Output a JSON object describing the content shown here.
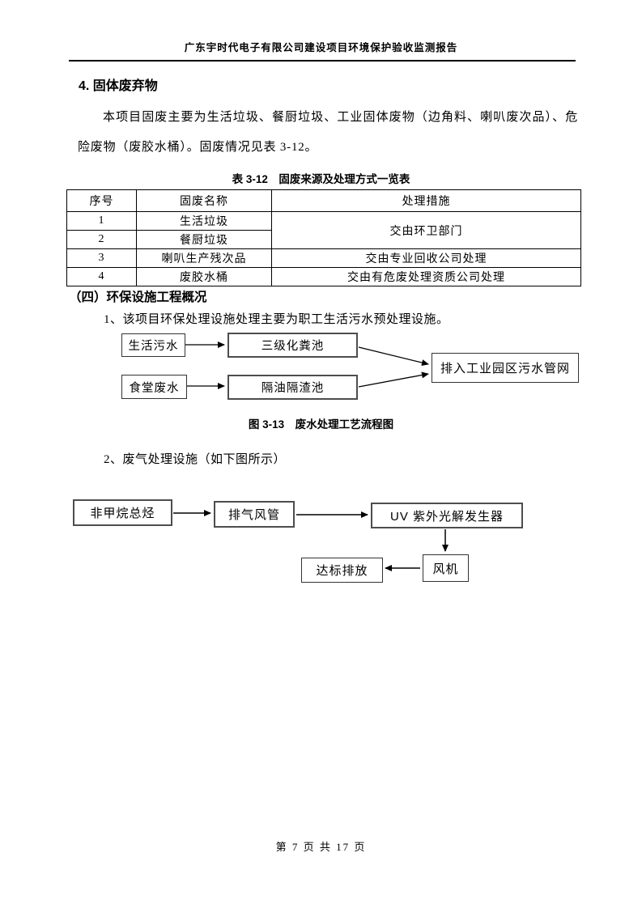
{
  "page": {
    "header_title": "广东宇时代电子有限公司建设项目环境保护验收监测报告",
    "footer_text": "第 7 页 共 17 页"
  },
  "section4": {
    "title": "4. 固体废弃物",
    "paragraph": "本项目固废主要为生活垃圾、餐厨垃圾、工业固体废物（边角料、喇叭废次品）、危险废物（废胶水桶）。固废情况见表 3-12。"
  },
  "table312": {
    "caption": "表 3-12　固废来源及处理方式一览表",
    "headers": [
      "序号",
      "固废名称",
      "处理措施"
    ],
    "rows": [
      {
        "no": "1",
        "name": "生活垃圾",
        "measure": "交由环卫部门"
      },
      {
        "no": "2",
        "name": "餐厨垃圾"
      },
      {
        "no": "3",
        "name": "喇叭生产残次品",
        "measure": "交由专业回收公司处理"
      },
      {
        "no": "4",
        "name": "废胶水桶",
        "measure": "交由有危废处理资质公司处理"
      }
    ]
  },
  "section_env": {
    "title": "（四）环保设施工程概况",
    "item1": "1、该项目环保处理设施处理主要为职工生活污水预处理设施。",
    "item2": "2、废气处理设施（如下图所示）"
  },
  "wastewater_diagram": {
    "caption": "图 3-13　废水处理工艺流程图",
    "nodes": {
      "source1": "生活污水",
      "process1": "三级化粪池",
      "source2": "食堂废水",
      "process2": "隔油隔渣池",
      "sink": "排入工业园区污水管网"
    }
  },
  "gas_diagram": {
    "nodes": {
      "source": "非甲烷总烃",
      "duct": "排气风管",
      "uv": "UV 紫外光解发生器",
      "fan": "风机",
      "outlet": "达标排放"
    }
  }
}
